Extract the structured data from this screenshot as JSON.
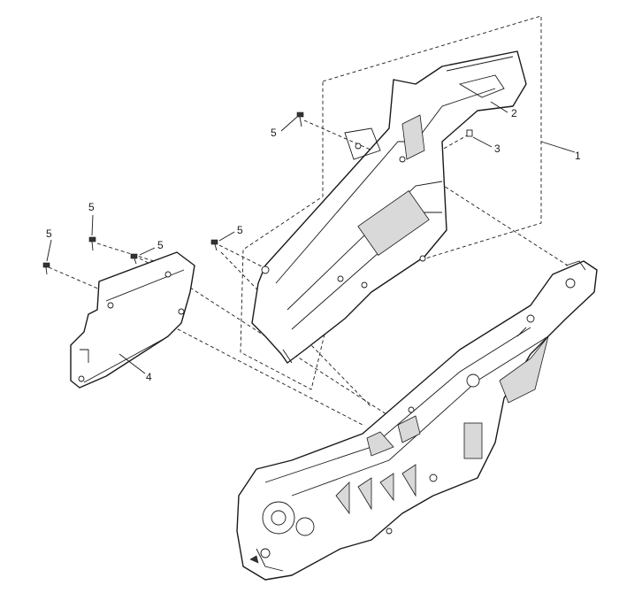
{
  "callouts": {
    "assembly": "1",
    "upper_frame": "2",
    "pin": "3",
    "side_cover": "4",
    "screw_a": "5",
    "screw_b": "5",
    "screw_c": "5",
    "screw_d": "5",
    "screw_e": "5"
  },
  "colors": {
    "line": "#1a1a1a",
    "shade": "#d9d9d9",
    "background": "#ffffff"
  }
}
